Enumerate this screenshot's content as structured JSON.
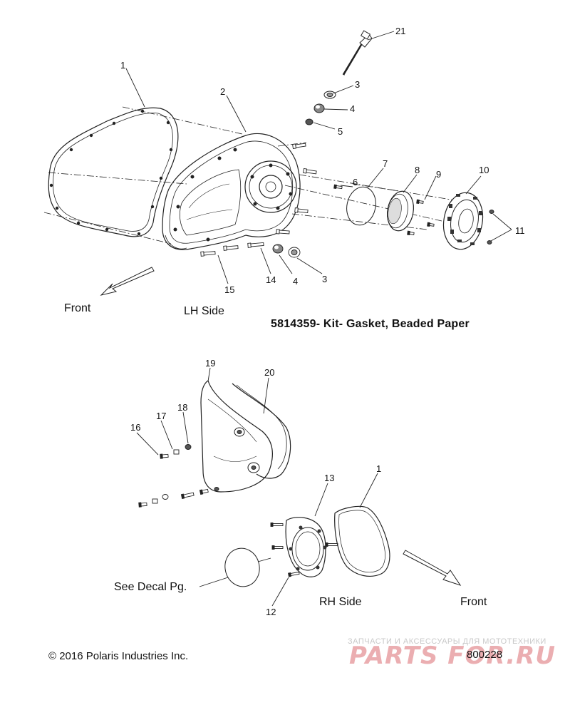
{
  "callouts": {
    "c1a": "1",
    "c2": "2",
    "c3a": "3",
    "c4a": "4",
    "c5": "5",
    "c6": "6",
    "c7": "7",
    "c8": "8",
    "c9": "9",
    "c10": "10",
    "c11": "11",
    "c14": "14",
    "c4b": "4",
    "c3b": "3",
    "c15": "15",
    "c21": "21",
    "c19": "19",
    "c20": "20",
    "c16": "16",
    "c17": "17",
    "c18": "18",
    "c13": "13",
    "c1b": "1",
    "c12": "12"
  },
  "labels": {
    "front_top": "Front",
    "lh_side": "LH Side",
    "kit_note": "5814359- Kit- Gasket, Beaded Paper",
    "see_decal": "See Decal Pg.",
    "rh_side": "RH Side",
    "front_bottom": "Front",
    "copyright": "© 2016 Polaris Industries Inc.",
    "diagram_id": "800228"
  },
  "watermark": {
    "tagline": "ЗАПЧАСТИ И АКСЕССУАРЫ ДЛЯ МОТОТЕХНИКИ",
    "brand": "PARTS FOR.RU",
    "brand_color": "#e8a0a4"
  }
}
